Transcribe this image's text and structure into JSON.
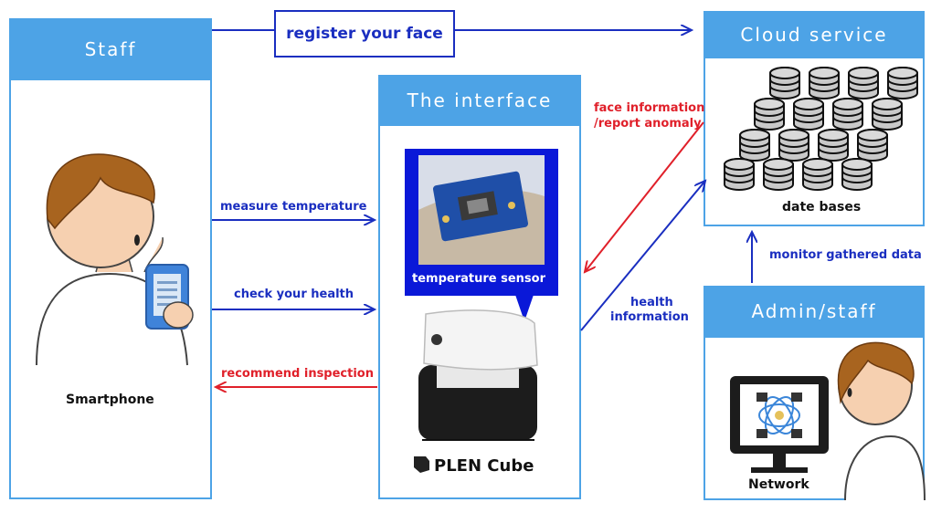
{
  "staff": {
    "title": "Staff",
    "device_label": "Smartphone"
  },
  "interface": {
    "title": "The interface",
    "sensor_label": "temperature sensor",
    "brand": "PLEN Cube"
  },
  "cloud": {
    "title": "Cloud service",
    "db_label": "date bases"
  },
  "admin": {
    "title": "Admin/staff",
    "network_label": "Network"
  },
  "arrows": {
    "register": "register your face",
    "measure": "measure temperature",
    "check": "check your health",
    "recommend": "recommend inspection",
    "face_info_1": "face information",
    "face_info_2": "/report anomaly",
    "health_1": "health",
    "health_2": "information",
    "monitor": "monitor gathered data"
  },
  "colors": {
    "accent": "#4da3e6",
    "flow_blue": "#1a2ec0",
    "flow_red": "#e0202a"
  }
}
